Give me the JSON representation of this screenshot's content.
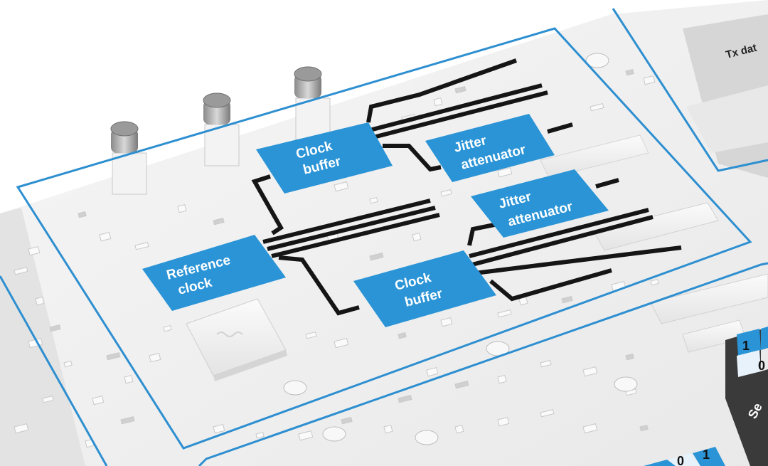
{
  "colors": {
    "block_fill": "#2a94d6",
    "outline": "#2e8fd0",
    "trace": "#151515",
    "board": "#f1f1f1"
  },
  "blocks": {
    "clock_buffer_top": [
      "Clock",
      "buffer"
    ],
    "jitter_top": [
      "Jitter",
      "attenuator"
    ],
    "jitter_mid": [
      "Jitter",
      "attenuator"
    ],
    "reference_clock": [
      "Reference",
      "clock"
    ],
    "clock_buffer_bottom": [
      "Clock",
      "buffer"
    ]
  },
  "tx_label": "Tx dat",
  "bits_right": [
    "1",
    "0"
  ],
  "bits_bottom": [
    "0",
    "1"
  ],
  "cut_label": "Se"
}
